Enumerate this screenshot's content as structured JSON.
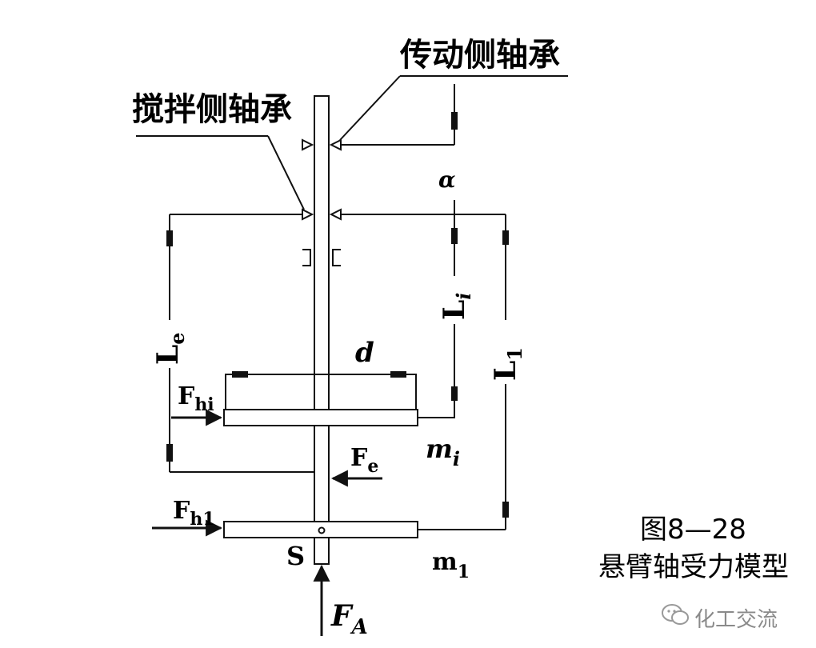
{
  "labels": {
    "drive_bearing": "传动侧轴承",
    "mixer_bearing": "搅拌侧轴承",
    "alpha": "α",
    "L_e_main": "L",
    "L_e_sub": "e",
    "L_i_main": "L",
    "L_i_sub": "i",
    "L_1_main": "L",
    "L_1_sub": "1",
    "d": "d",
    "F_hi_main": "F",
    "F_hi_sub": "hi",
    "F_e_main": "F",
    "F_e_sub": "e",
    "F_h1_main": "F",
    "F_h1_sub": "h1",
    "m_i_main": "m",
    "m_i_sub": "i",
    "m_1_main": "m",
    "m_1_sub": "1",
    "S": "S",
    "F_A_main": "F",
    "F_A_sub": "A"
  },
  "caption": {
    "figure_number": "图8—28",
    "title": "悬臂轴受力模型"
  },
  "watermark": {
    "text": "化工交流",
    "icon": "wechat-icon"
  }
}
